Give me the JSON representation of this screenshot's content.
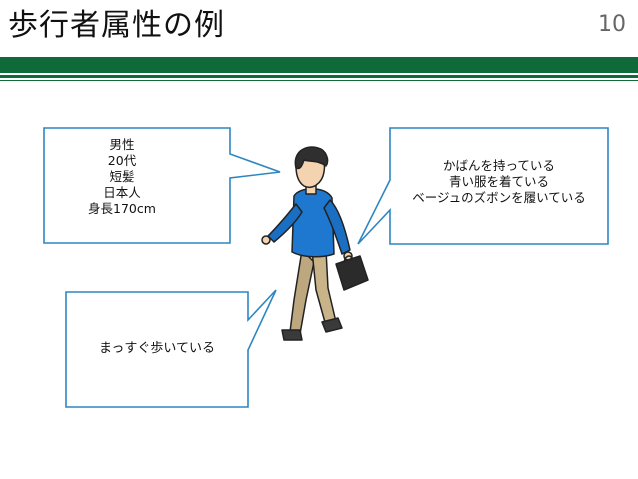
{
  "slide": {
    "title": "歩行者属性の例",
    "page_number": "10"
  },
  "callouts": {
    "left": {
      "lines": [
        "男性",
        "20代",
        "短髪",
        "日本人",
        "身長170cm"
      ]
    },
    "right": {
      "lines": [
        "かばんを持っている",
        "青い服を着ている",
        "ベージュのズボンを履いている"
      ]
    },
    "bottom": {
      "lines": [
        "まっすぐ歩いている"
      ]
    }
  },
  "colors": {
    "accent_green": "#0f6a3a",
    "callout_border": "#2e86c1",
    "shirt": "#1e78d0",
    "pants": "#c9b48a"
  }
}
